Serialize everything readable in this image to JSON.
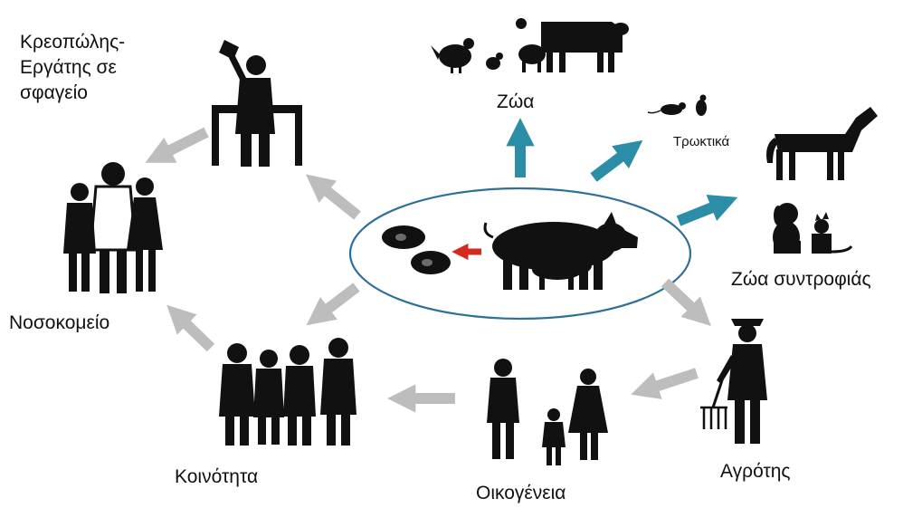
{
  "labels": {
    "butcher_line1": "Κρεοπώλης-",
    "butcher_line2": "Εργάτης σε",
    "butcher_line3": "σφαγείο",
    "animals": "Ζώα",
    "rodents": "Τρωκτικά",
    "pets": "Ζώα συντροφιάς",
    "hospital": "Νοσοκομείο",
    "community": "Κοινότητα",
    "family": "Οικογένεια",
    "farmer": "Αγρότης"
  },
  "colors": {
    "background": "#ffffff",
    "silhouette": "#111111",
    "ellipse_stroke": "#2f6f98",
    "arrow_gray": "#bdbdbd",
    "arrow_teal": "#2b8ea6",
    "arrow_red": "#d42a20"
  },
  "icons": {
    "center": "pig-with-piglet-icon",
    "meat": "pork-cuts-icon",
    "butcher": "butcher-icon",
    "animals": "farm-animals-icon",
    "rodents": "mice-icon",
    "pets_horse": "horse-icon",
    "pets_dog_cat": "dog-and-cat-icon",
    "hospital": "medical-staff-icon",
    "community": "people-group-icon",
    "family": "family-icon",
    "farmer": "farmer-icon"
  }
}
